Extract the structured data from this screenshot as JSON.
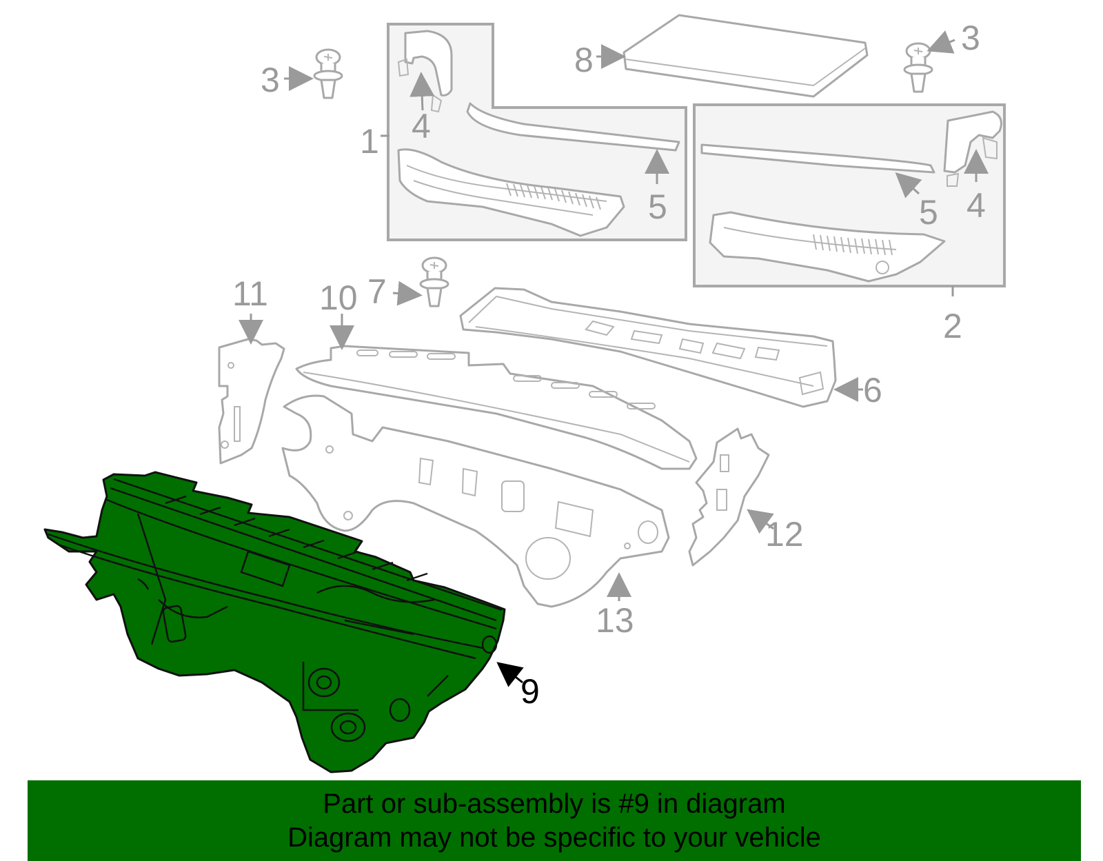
{
  "diagram": {
    "highlight_color": "#006f00",
    "highlighted_part": "9",
    "callouts": [
      {
        "id": "c3a",
        "label": "3"
      },
      {
        "id": "c4a",
        "label": "4"
      },
      {
        "id": "c1",
        "label": "1"
      },
      {
        "id": "c8",
        "label": "8"
      },
      {
        "id": "c5a",
        "label": "5"
      },
      {
        "id": "c3b",
        "label": "3"
      },
      {
        "id": "c5b",
        "label": "5"
      },
      {
        "id": "c4b",
        "label": "4"
      },
      {
        "id": "c2",
        "label": "2"
      },
      {
        "id": "c11",
        "label": "11"
      },
      {
        "id": "c10",
        "label": "10"
      },
      {
        "id": "c7",
        "label": "7"
      },
      {
        "id": "c6",
        "label": "6"
      },
      {
        "id": "c12",
        "label": "12"
      },
      {
        "id": "c13",
        "label": "13"
      },
      {
        "id": "c9",
        "label": "9"
      }
    ]
  },
  "banner": {
    "line1": "Part or sub-assembly is #9 in diagram",
    "line2": "Diagram may not be specific to your vehicle",
    "background": "#006f00"
  }
}
